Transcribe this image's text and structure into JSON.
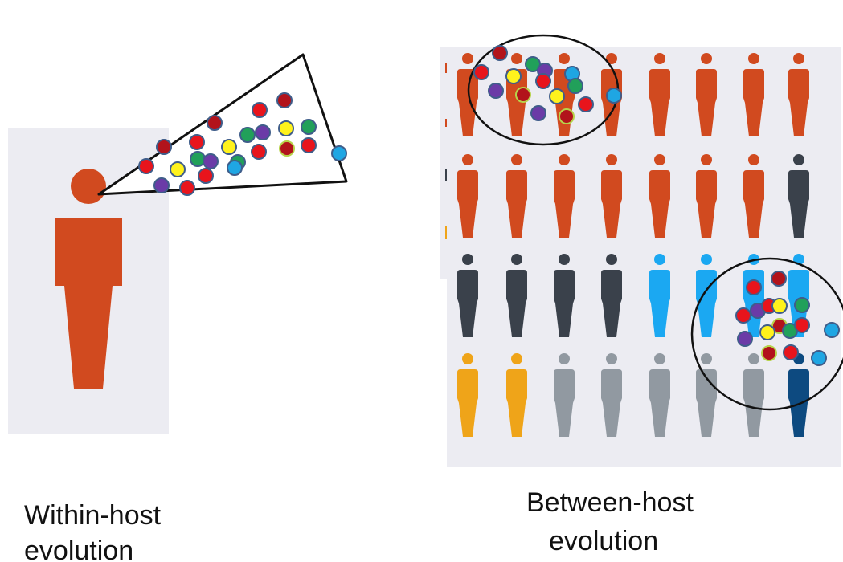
{
  "left_caption": {
    "line1": "Within-host",
    "line2": "evolution"
  },
  "right_caption": {
    "line1": "Between-host",
    "line2": "evolution"
  },
  "colors": {
    "panel_bg": "#ececf2",
    "infected_host": "#d14a1f",
    "recovered_host": "#3a414b",
    "susceptible_host": "#1ba8f2",
    "exposed_host": "#efa419",
    "unaffected_host": "#9199a1",
    "deceased_host": "#0d4a80",
    "variant_red": "#e8141c",
    "variant_green": "#21a05a",
    "variant_yellow": "#fff21c",
    "variant_purple": "#6b3ba7",
    "variant_blue": "#1fa6e3",
    "variant_darkred": "#b2131b"
  },
  "host_grid": [
    [
      "infected",
      "infected",
      "infected",
      "infected",
      "infected",
      "infected",
      "infected",
      "infected"
    ],
    [
      "infected",
      "infected",
      "infected",
      "infected",
      "infected",
      "infected",
      "infected",
      "recovered"
    ],
    [
      "recovered",
      "recovered",
      "recovered",
      "recovered",
      "susceptible",
      "susceptible",
      "susceptible",
      "susceptible"
    ],
    [
      "exposed",
      "exposed",
      "unaffected",
      "unaffected",
      "unaffected",
      "unaffected",
      "unaffected",
      "deceased"
    ]
  ]
}
